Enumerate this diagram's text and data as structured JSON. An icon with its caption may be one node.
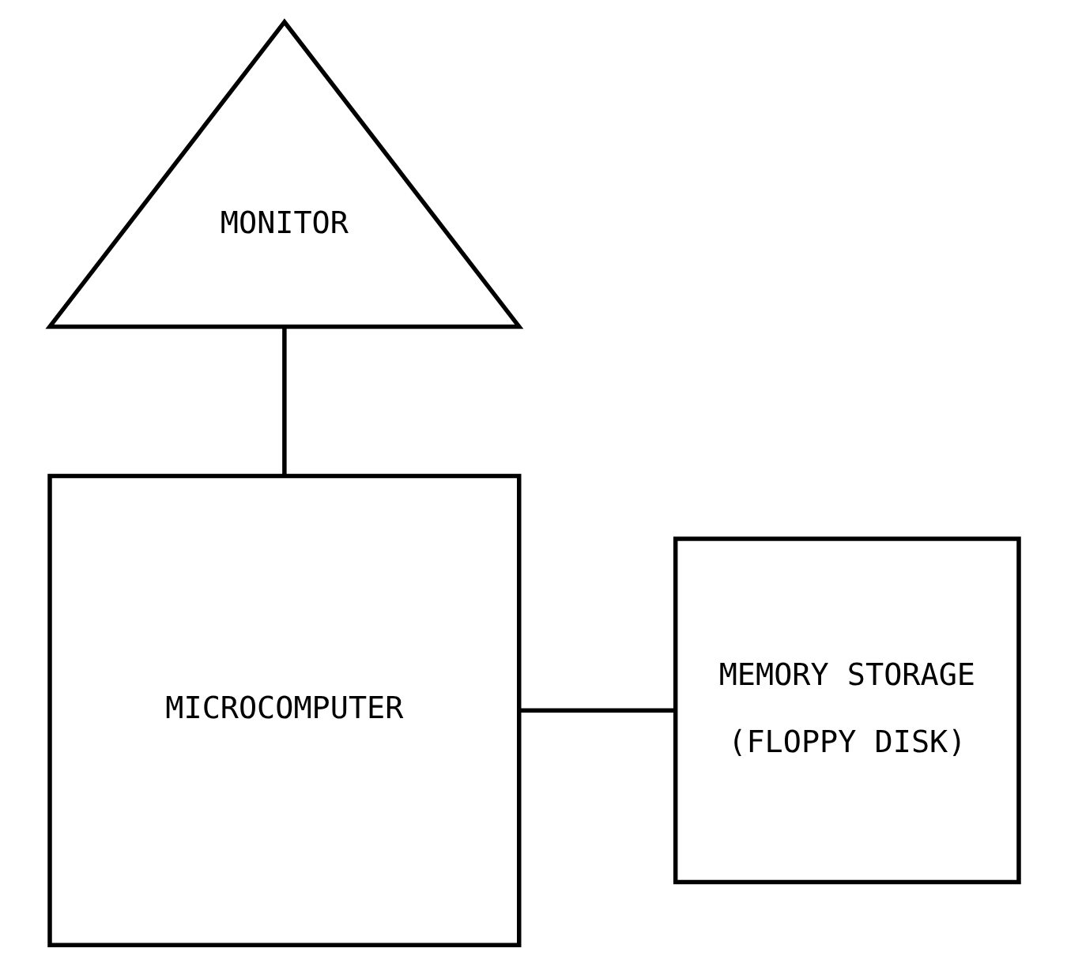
{
  "diagram": {
    "nodes": [
      {
        "text": [
          "MONITOR"
        ]
      },
      {
        "text": [
          "MICROCOMPUTER"
        ]
      },
      {
        "text": [
          "MEMORY STORAGE",
          "(FLOPPY DISK)"
        ]
      }
    ],
    "edges": [
      {
        "from": 0,
        "to": 1,
        "arrow": "none"
      },
      {
        "from": 1,
        "to": 2,
        "arrow": "none"
      }
    ]
  }
}
